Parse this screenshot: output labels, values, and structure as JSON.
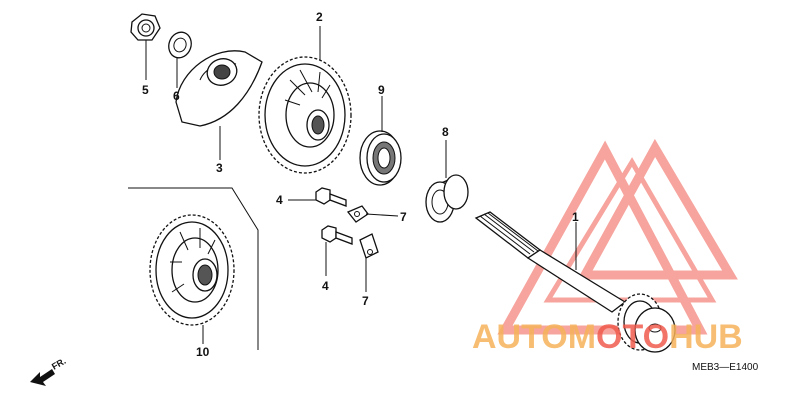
{
  "callouts": {
    "c1": "1",
    "c2": "2",
    "c3": "3",
    "c4a": "4",
    "c4b": "4",
    "c5": "5",
    "c6": "6",
    "c7a": "7",
    "c7b": "7",
    "c8": "8",
    "c9": "9",
    "c10": "10"
  },
  "diagram_code": "MEB3—E1400",
  "front_arrow_label": "FR.",
  "watermark": {
    "part1": "AUTOM",
    "part2": "OTO",
    "part3": "HUB",
    "colors": {
      "orange": "#f6b35a",
      "red": "#f05a4e"
    }
  }
}
